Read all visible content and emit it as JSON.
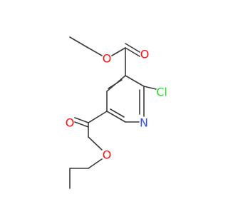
{
  "molecule": {
    "atoms": {
      "o_carbonyl_upper": {
        "symbol": "O",
        "color": "#ff0d0d"
      },
      "o_ester_upper": {
        "symbol": "O",
        "color": "#ff0d0d"
      },
      "chlorine": {
        "symbol": "Cl",
        "color": "#1fe01f"
      },
      "o_carbonyl_lower": {
        "symbol": "O",
        "color": "#ff0d0d"
      },
      "nitrogen": {
        "symbol": "N",
        "color": "#3050f8"
      },
      "o_ester_lower": {
        "symbol": "O",
        "color": "#ff0d0d"
      }
    },
    "bond_color": "#3a3a3a"
  }
}
